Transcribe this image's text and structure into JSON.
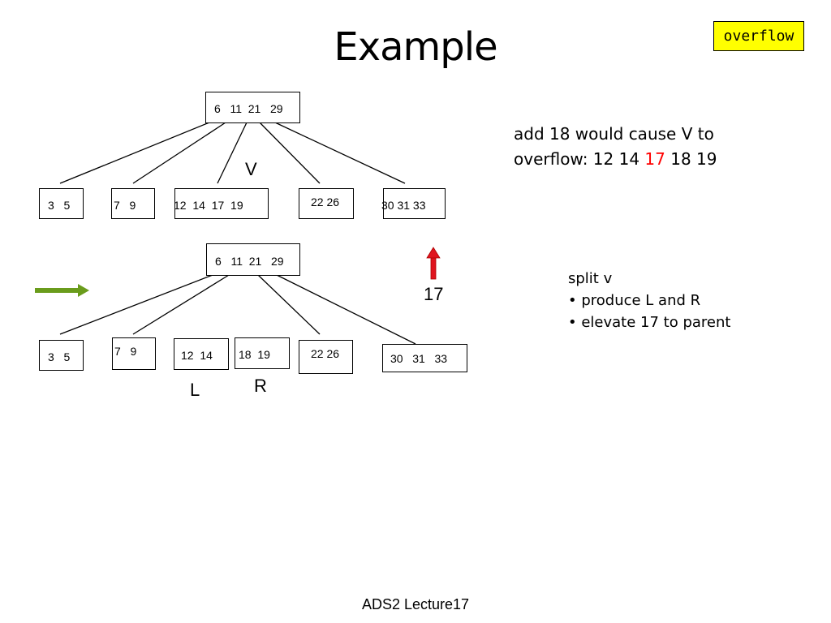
{
  "slide": {
    "title": "Example",
    "badge": "overflow",
    "footer": "ADS2 Lecture17"
  },
  "tree_before": {
    "root": "6   11  21   29",
    "children": [
      "3   5",
      "7   9",
      "12  14  17  19",
      "22 26",
      "30 31 33"
    ],
    "v_label": "V"
  },
  "tree_after": {
    "root": "6   11  21   29",
    "children": [
      "3   5",
      "7   9",
      "12  14",
      "18  19",
      "22 26",
      "30   31   33"
    ],
    "l_label": "L",
    "r_label": "R",
    "elevated": "17"
  },
  "notes": {
    "overflow_line1": "add 18 would cause V to",
    "overflow_line2_prefix": "overflow: 12 14 ",
    "overflow_highlight": "17",
    "overflow_line2_suffix": " 18 19",
    "split_title": "split v",
    "split_item1": "• produce L and R",
    "split_item2": "• elevate 17 to parent"
  },
  "colors": {
    "badge_bg": "#ffff00",
    "highlight": "#ff0000",
    "up_arrow": "#e0141e",
    "right_arrow": "#6a9c1c"
  },
  "icons": [
    "up-arrow-icon",
    "right-arrow-icon"
  ]
}
